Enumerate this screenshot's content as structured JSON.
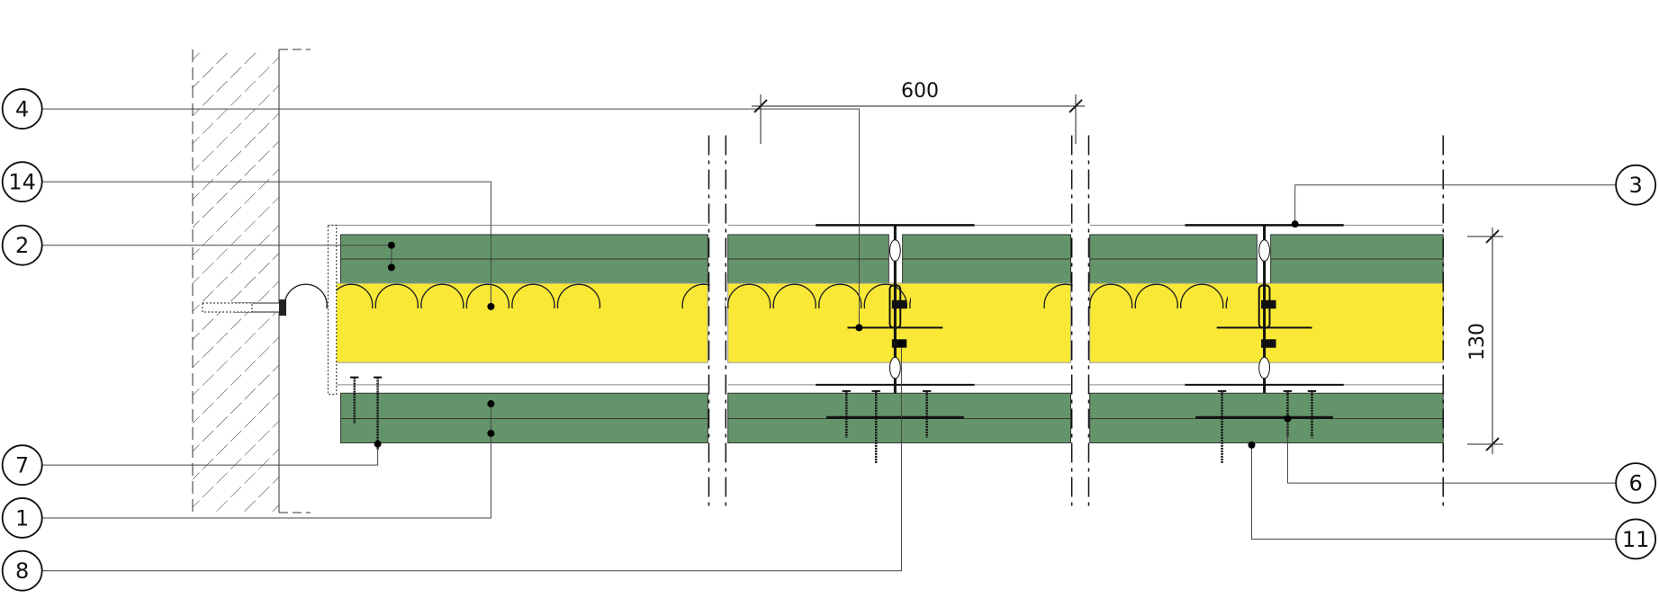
{
  "colors": {
    "board": "#64956a",
    "insulation": "#f9e936",
    "line": "#1a1a1a"
  },
  "callouts_left": [
    {
      "label": "4"
    },
    {
      "label": "14"
    },
    {
      "label": "2"
    },
    {
      "label": "7"
    },
    {
      "label": "1"
    },
    {
      "label": "8"
    }
  ],
  "callouts_right": [
    {
      "label": "3"
    },
    {
      "label": "6"
    },
    {
      "label": "11"
    }
  ],
  "dimensions": {
    "spacing": "600",
    "thickness": "130"
  }
}
